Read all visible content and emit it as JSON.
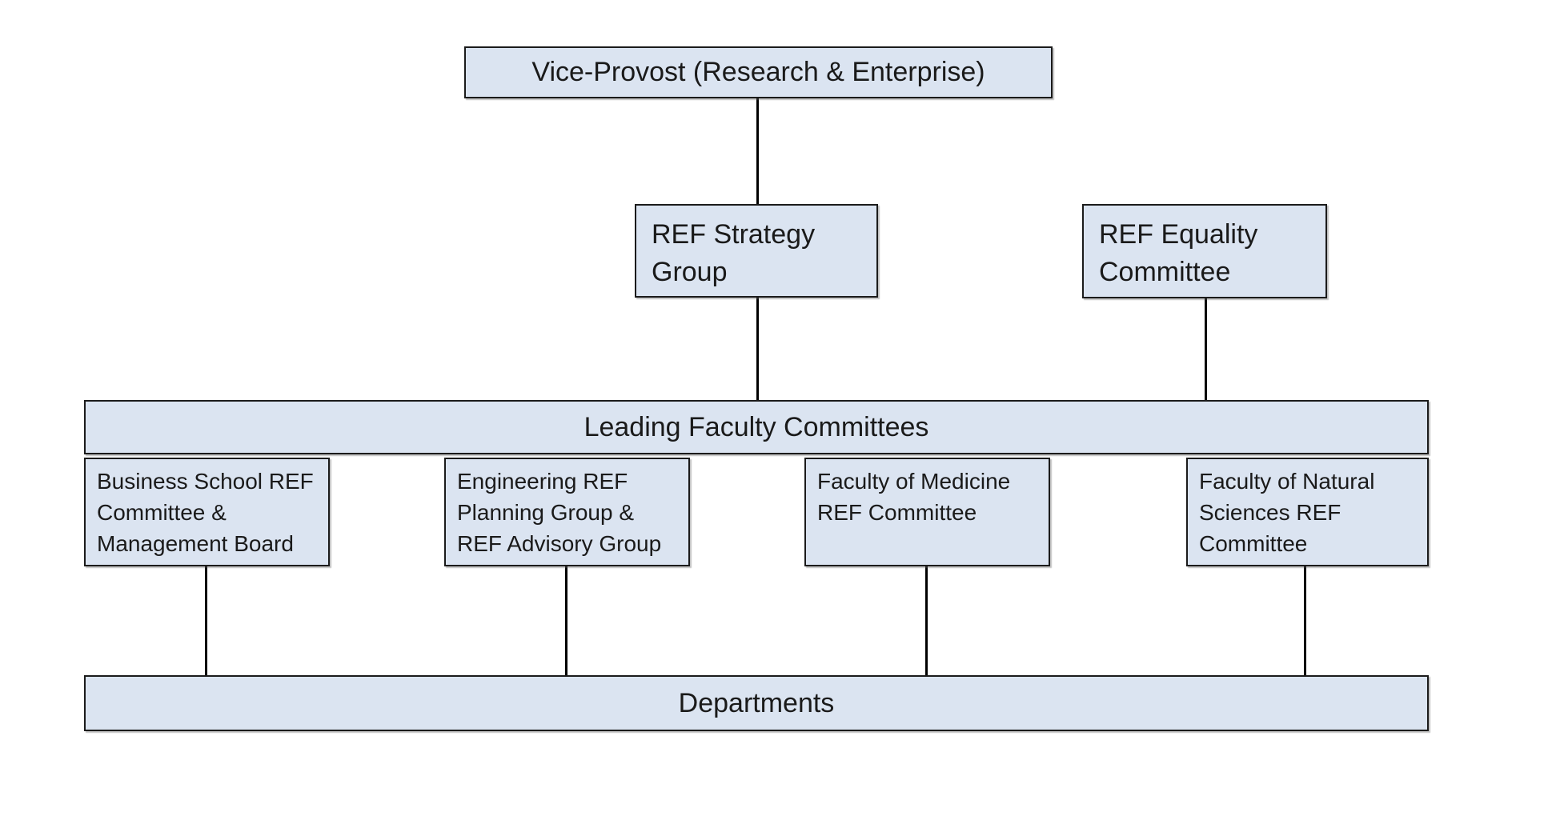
{
  "colors": {
    "background": "#ffffff",
    "node_fill": "#dbe4f1",
    "node_border": "#1b1b1b",
    "connector": "#000000",
    "text": "#1a1a1a"
  },
  "nodes": {
    "vice_provost": {
      "label": "Vice-Provost (Research & Enterprise)"
    },
    "ref_strategy_group": {
      "label": "REF Strategy\nGroup"
    },
    "ref_equality_committee": {
      "label": "REF Equality\nCommittee"
    },
    "leading_faculty_committees": {
      "label": "Leading Faculty Committees"
    },
    "business_school": {
      "label": "Business School REF\nCommittee &\nManagement Board"
    },
    "engineering": {
      "label": "Engineering REF\nPlanning Group &\nREF Advisory Group"
    },
    "medicine": {
      "label": "Faculty of Medicine\nREF Committee"
    },
    "natural_sciences": {
      "label": "Faculty of Natural\nSciences REF\nCommittee"
    },
    "departments": {
      "label": "Departments"
    }
  },
  "edges": [
    {
      "from": "vice_provost",
      "to": "ref_strategy_group"
    },
    {
      "from": "ref_strategy_group",
      "to": "leading_faculty_committees"
    },
    {
      "from": "ref_equality_committee",
      "to": "leading_faculty_committees"
    },
    {
      "from": "business_school",
      "to": "departments"
    },
    {
      "from": "engineering",
      "to": "departments"
    },
    {
      "from": "medicine",
      "to": "departments"
    },
    {
      "from": "natural_sciences",
      "to": "departments"
    }
  ]
}
